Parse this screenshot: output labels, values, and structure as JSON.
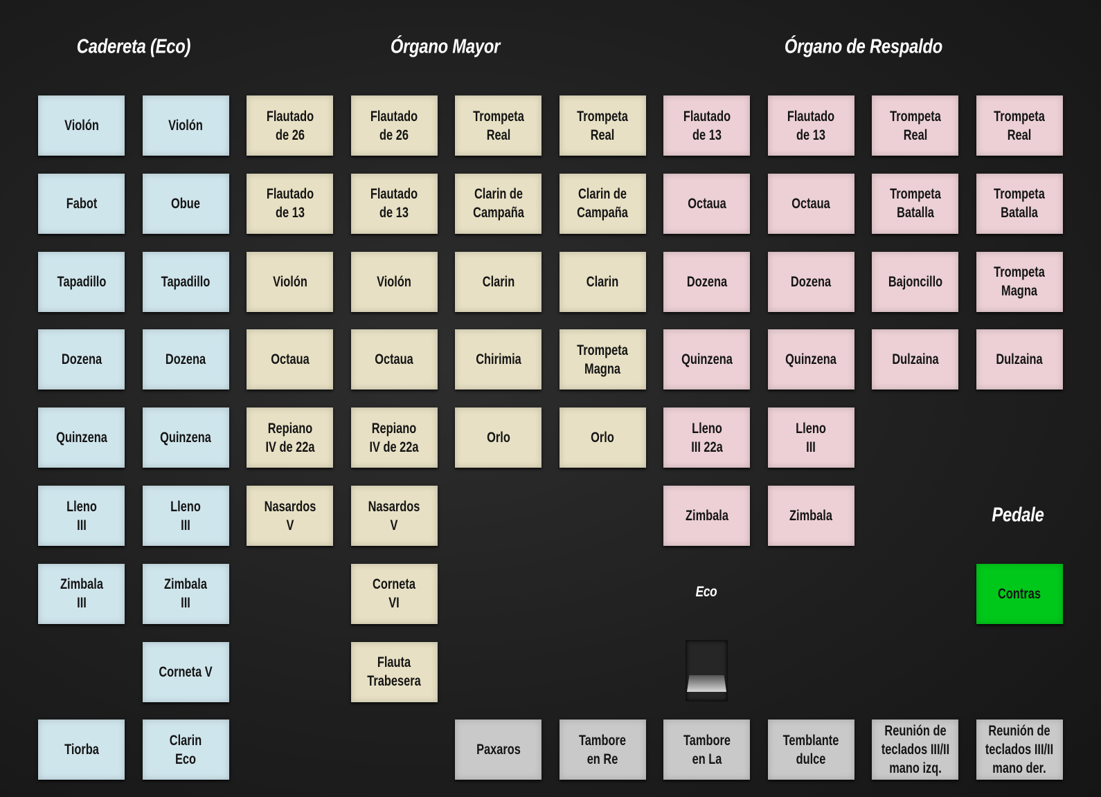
{
  "headers": {
    "cadereta": "Cadereta (Eco)",
    "organo_mayor": "Órgano Mayor",
    "respaldo": "Órgano de Respaldo",
    "pedale": "Pedale",
    "eco": "Eco"
  },
  "colors": {
    "cadereta": "#cfe5ec",
    "mayor": "#e7e0c4",
    "respaldo": "#ecd0d5",
    "accessory": "#c9c9c9",
    "pedale_on": "#00c81a"
  },
  "eco_switch": {
    "state": "down"
  },
  "columns": [
    {
      "division": "cadereta",
      "stops": [
        "Violón",
        "Fabot",
        "Tapadillo",
        "Dozena",
        "Quinzena",
        "Lleno\nIII",
        "Zimbala\nIII",
        null,
        "Tiorba"
      ]
    },
    {
      "division": "cadereta",
      "stops": [
        "Violón",
        "Obue",
        "Tapadillo",
        "Dozena",
        "Quinzena",
        "Lleno\nIII",
        "Zimbala\nIII",
        "Corneta V",
        "Clarin\nEco"
      ]
    },
    {
      "division": "mayor",
      "stops": [
        "Flautado\nde 26",
        "Flautado\nde 13",
        "Violón",
        "Octaua",
        "Repiano\nIV de 22a",
        "Nasardos\nV",
        null,
        null,
        null
      ]
    },
    {
      "division": "mayor",
      "stops": [
        "Flautado\nde 26",
        "Flautado\nde 13",
        "Violón",
        "Octaua",
        "Repiano\nIV de 22a",
        "Nasardos\nV",
        "Corneta\nVI",
        "Flauta\nTrabesera",
        null
      ]
    },
    {
      "division": "mayor",
      "stops": [
        "Trompeta\nReal",
        "Clarin de\nCampaña",
        "Clarin",
        "Chirimia",
        "Orlo",
        null,
        null,
        null,
        "Paxaros"
      ]
    },
    {
      "division": "mayor",
      "stops": [
        "Trompeta\nReal",
        "Clarin de\nCampaña",
        "Clarin",
        "Trompeta\nMagna",
        "Orlo",
        null,
        null,
        null,
        "Tambore\nen Re"
      ]
    },
    {
      "division": "respaldo",
      "stops": [
        "Flautado\nde 13",
        "Octaua",
        "Dozena",
        "Quinzena",
        "Lleno\nIII 22a",
        "Zimbala",
        null,
        null,
        "Tambore\nen La"
      ]
    },
    {
      "division": "respaldo",
      "stops": [
        "Flautado\nde 13",
        "Octaua",
        "Dozena",
        "Quinzena",
        "Lleno\nIII",
        "Zimbala",
        null,
        null,
        "Temblante\ndulce"
      ]
    },
    {
      "division": "respaldo",
      "stops": [
        "Trompeta\nReal",
        "Trompeta\nBatalla",
        "Bajoncillo",
        "Dulzaina",
        null,
        null,
        null,
        null,
        "Reunión de\nteclados III/II\nmano izq."
      ]
    },
    {
      "division": "respaldo",
      "stops": [
        "Trompeta\nReal",
        "Trompeta\nBatalla",
        "Trompeta\nMagna",
        "Dulzaina",
        null,
        null,
        "Contras",
        null,
        "Reunión de\nteclados III/II\nmano der."
      ]
    }
  ]
}
